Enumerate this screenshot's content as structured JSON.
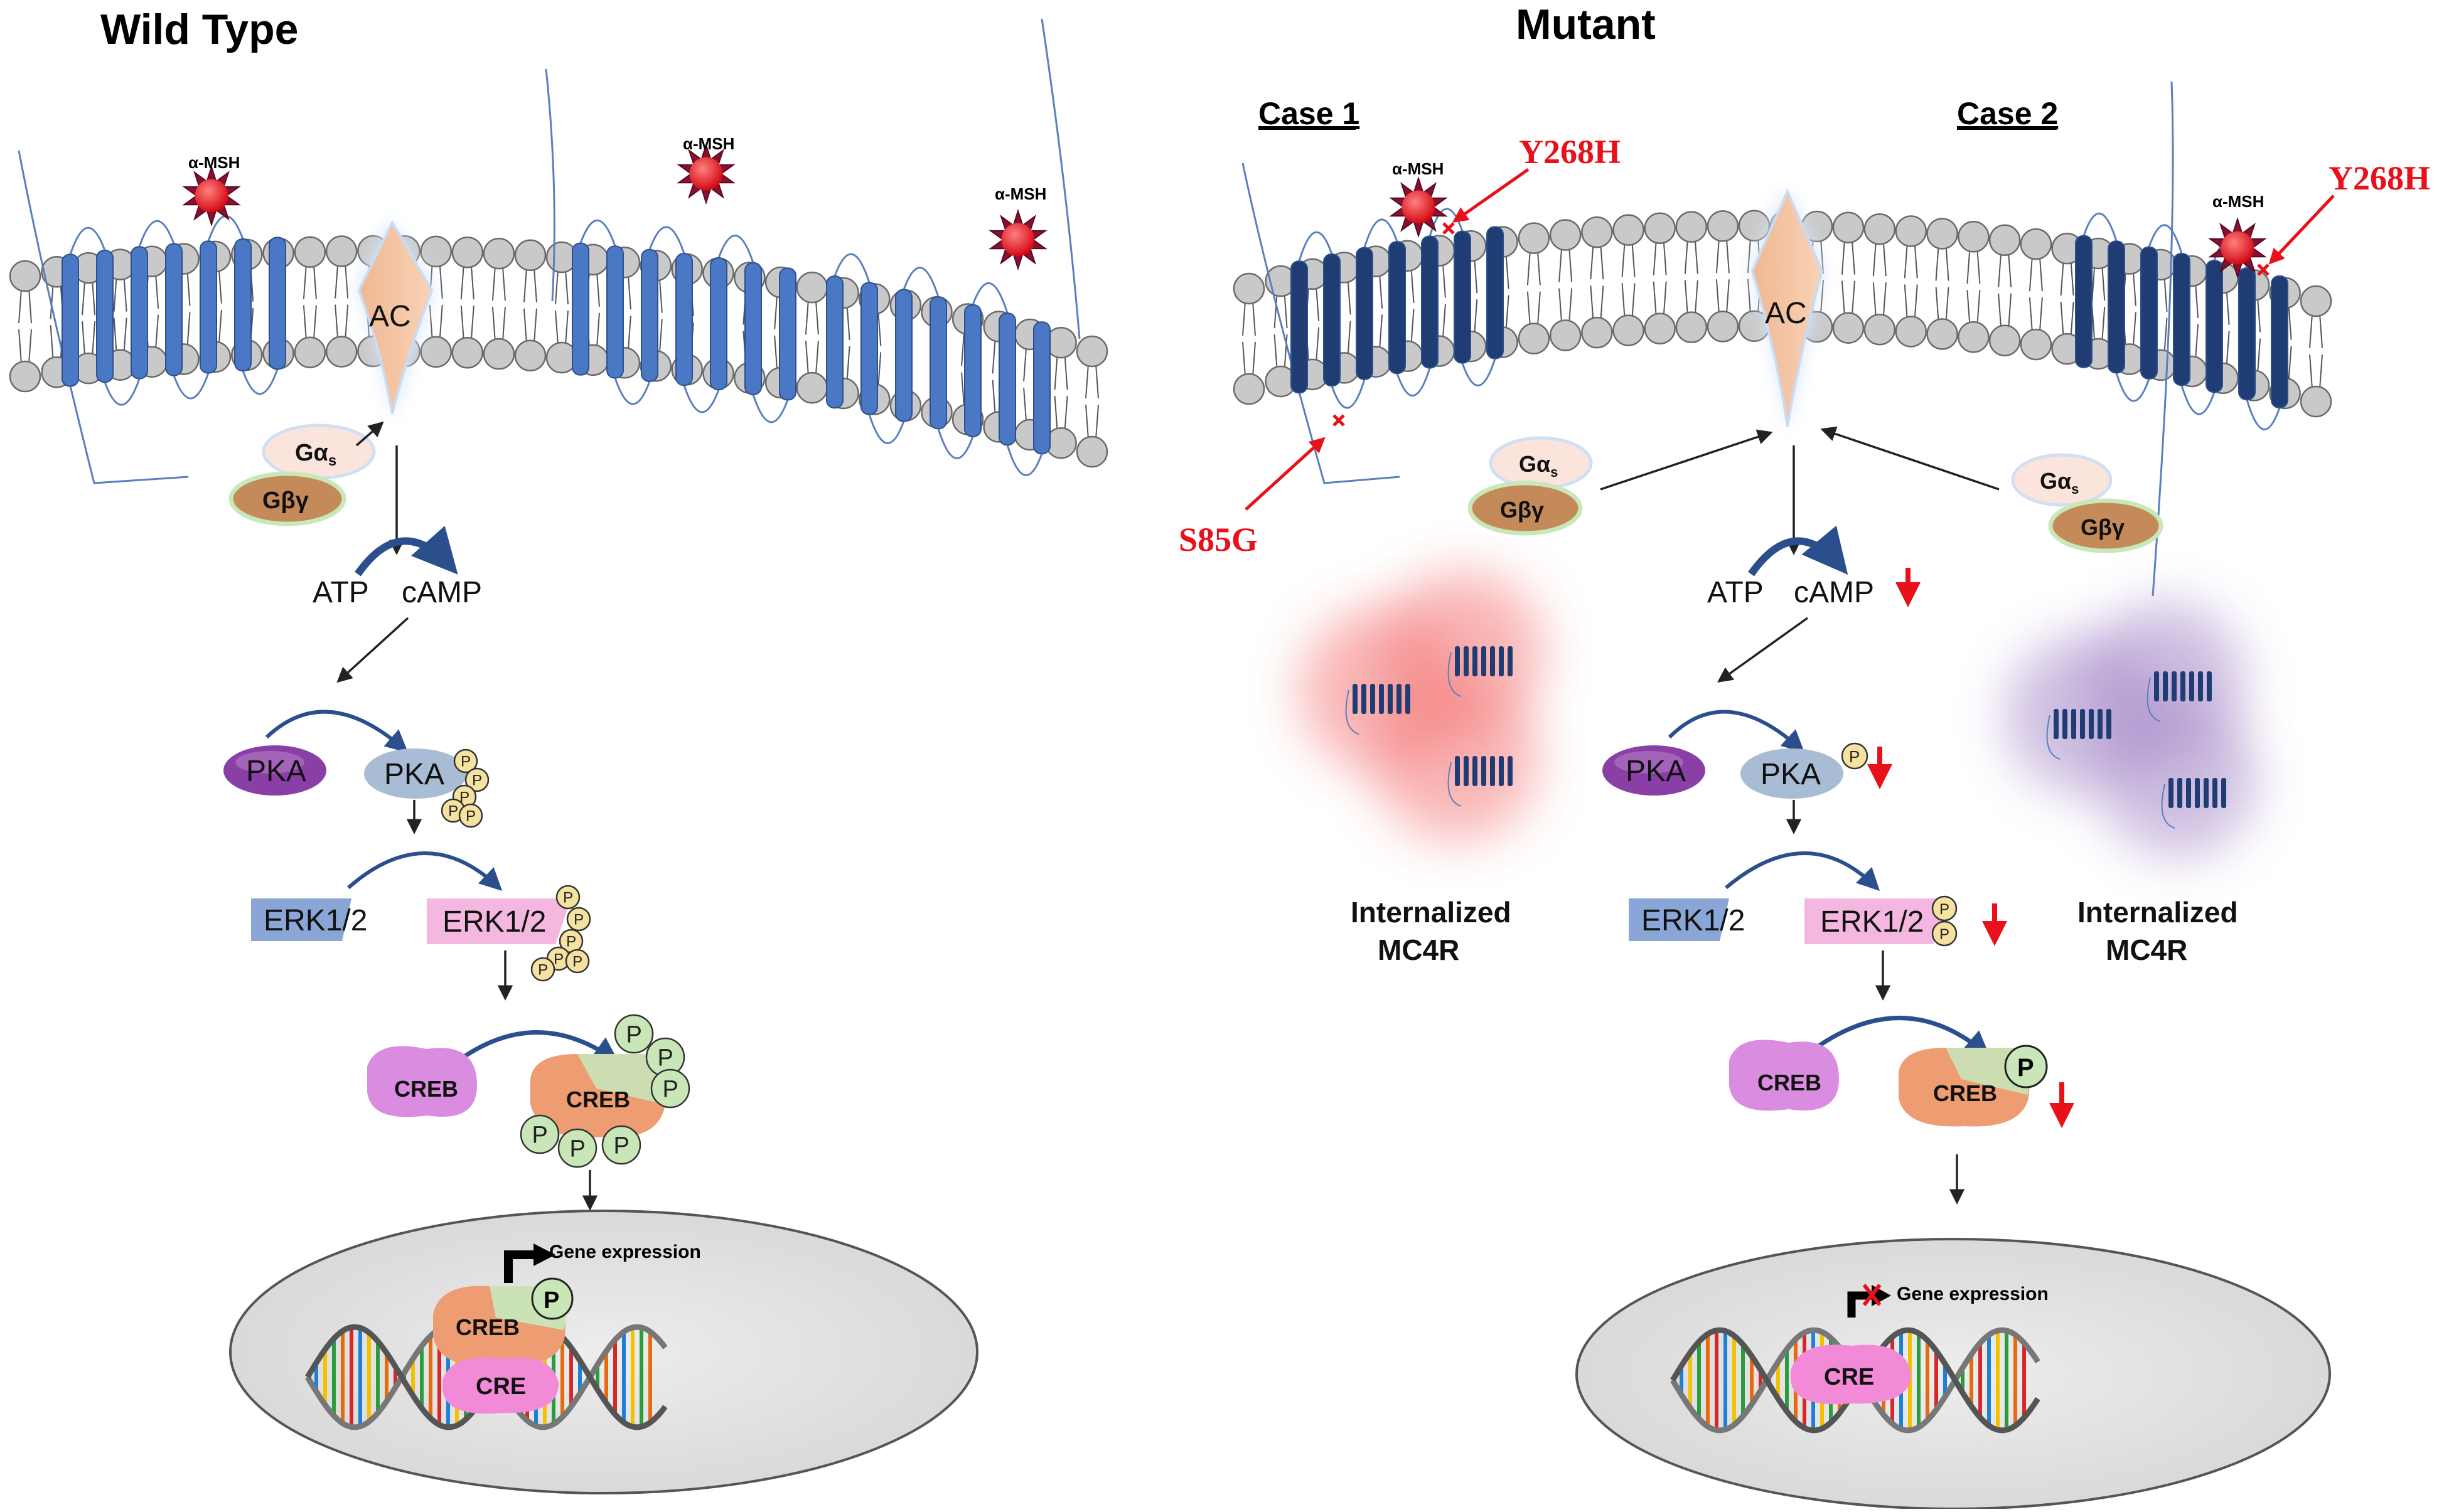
{
  "panels": {
    "wild_type": {
      "title": "Wild Type",
      "ligand_label": "α-MSH",
      "ac_label": "AC",
      "g_alpha": "Gα",
      "g_alpha_sub": "s",
      "g_beta_gamma": "Gβγ",
      "atp": "ATP",
      "camp": "cAMP",
      "pka": "PKA",
      "erk": "ERK1/2",
      "creb": "CREB",
      "p": "P",
      "gene_expression": "Gene expression",
      "cre": "CRE"
    },
    "mutant": {
      "title": "Mutant",
      "case1": "Case 1",
      "case2": "Case 2",
      "mutation_y268h": "Y268H",
      "mutation_s85g": "S85G",
      "internalized_line1": "Internalized",
      "internalized_line2": "MC4R",
      "ligand_label": "α-MSH",
      "ac_label": "AC",
      "g_alpha": "Gα",
      "g_alpha_sub": "s",
      "g_beta_gamma": "Gβγ",
      "atp": "ATP",
      "camp": "cAMP",
      "pka": "PKA",
      "erk": "ERK1/2",
      "creb": "CREB",
      "p": "P",
      "gene_expression": "Gene expression",
      "cre": "CRE"
    }
  },
  "colors": {
    "receptor_wt": "#4a78c4",
    "receptor_mut": "#1f3d73",
    "ac": "#f6c8a8",
    "ligand": "#e8101a",
    "mutation": "#e8101a",
    "pka": "#8a3fa6",
    "erk": "#8aa6d6",
    "erk_p": "#f4b8e0",
    "creb": "#d98ce0",
    "p_bubble": "#c8e6b8",
    "nucleus": "#e4e4e4",
    "internal_case1": "#f47a7a",
    "internal_case2": "#a588c8"
  }
}
